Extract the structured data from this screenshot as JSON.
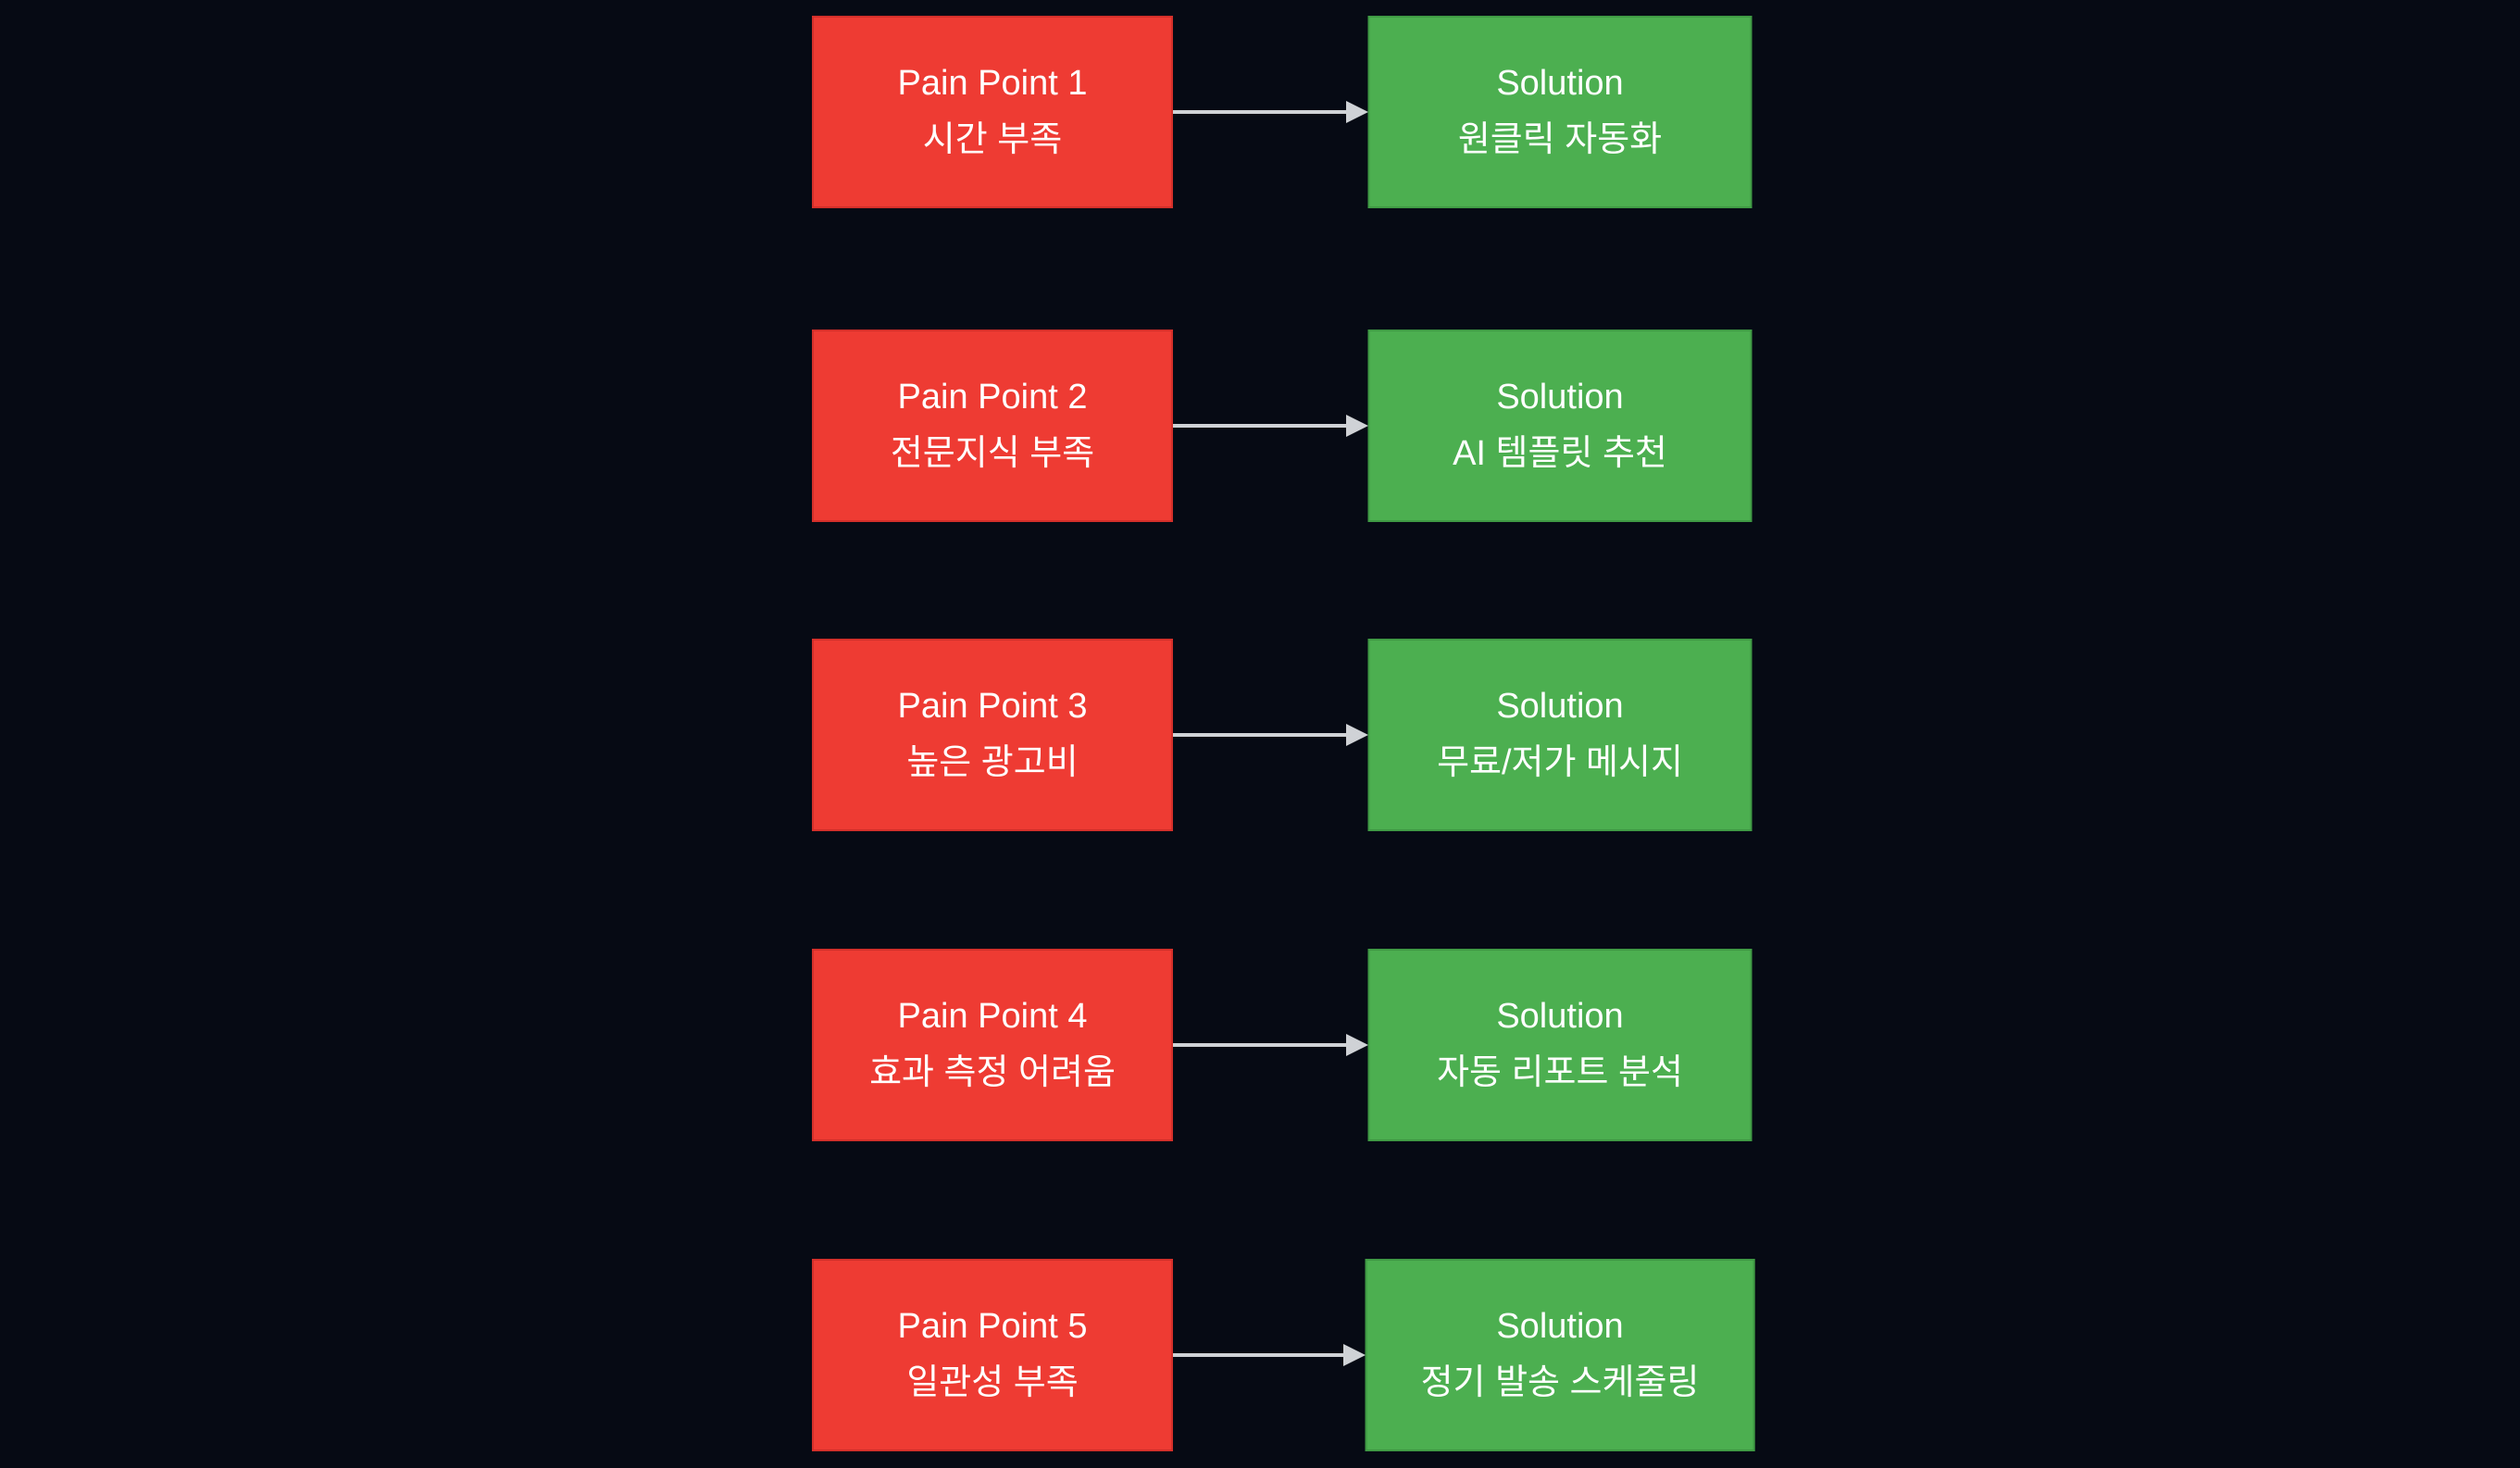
{
  "diagram": {
    "colors": {
      "background": "#060a14",
      "pain_fill": "#ee3b33",
      "pain_border": "#d32f2a",
      "solution_fill": "#4caf50",
      "solution_border": "#3f9a44",
      "arrow": "#cfd2d6",
      "text": "#ffffff"
    },
    "rows": [
      {
        "pain_title": "Pain Point 1",
        "pain_desc": "시간 부족",
        "solution_title": "Solution",
        "solution_desc": "원클릭 자동화"
      },
      {
        "pain_title": "Pain Point 2",
        "pain_desc": "전문지식 부족",
        "solution_title": "Solution",
        "solution_desc": "AI 템플릿 추천"
      },
      {
        "pain_title": "Pain Point 3",
        "pain_desc": "높은 광고비",
        "solution_title": "Solution",
        "solution_desc": "무료/저가 메시지"
      },
      {
        "pain_title": "Pain Point 4",
        "pain_desc": "효과 측정 어려움",
        "solution_title": "Solution",
        "solution_desc": "자동 리포트 분석"
      },
      {
        "pain_title": "Pain Point 5",
        "pain_desc": "일관성 부족",
        "solution_title": "Solution",
        "solution_desc": "정기 발송 스케줄링"
      }
    ]
  }
}
